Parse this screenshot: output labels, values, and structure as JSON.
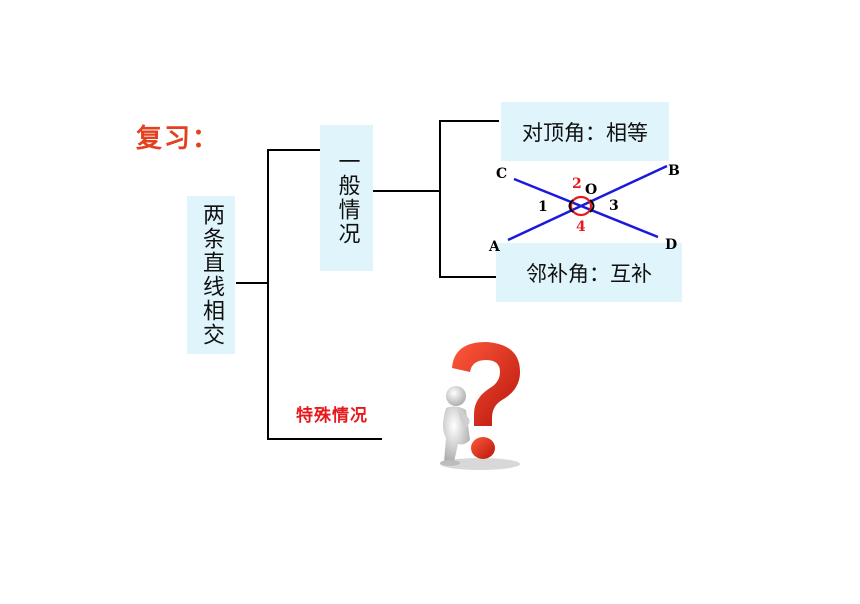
{
  "title": "复习：",
  "root_box": "两条直线相交",
  "general_box": "一般情况",
  "vertical_angles_box": "对顶角：相等",
  "adjacent_angles_box": "邻补角：互补",
  "special_case": "特殊情况",
  "figure": {
    "point_labels": {
      "A": "A",
      "B": "B",
      "C": "C",
      "D": "D",
      "O": "O"
    },
    "angle_labels": {
      "a1": "1",
      "a2": "2",
      "a3": "3",
      "a4": "4"
    },
    "line_color": "#1a1adb",
    "mark_color": "#e8191c"
  },
  "icons": {
    "question": "question-figure-icon"
  }
}
